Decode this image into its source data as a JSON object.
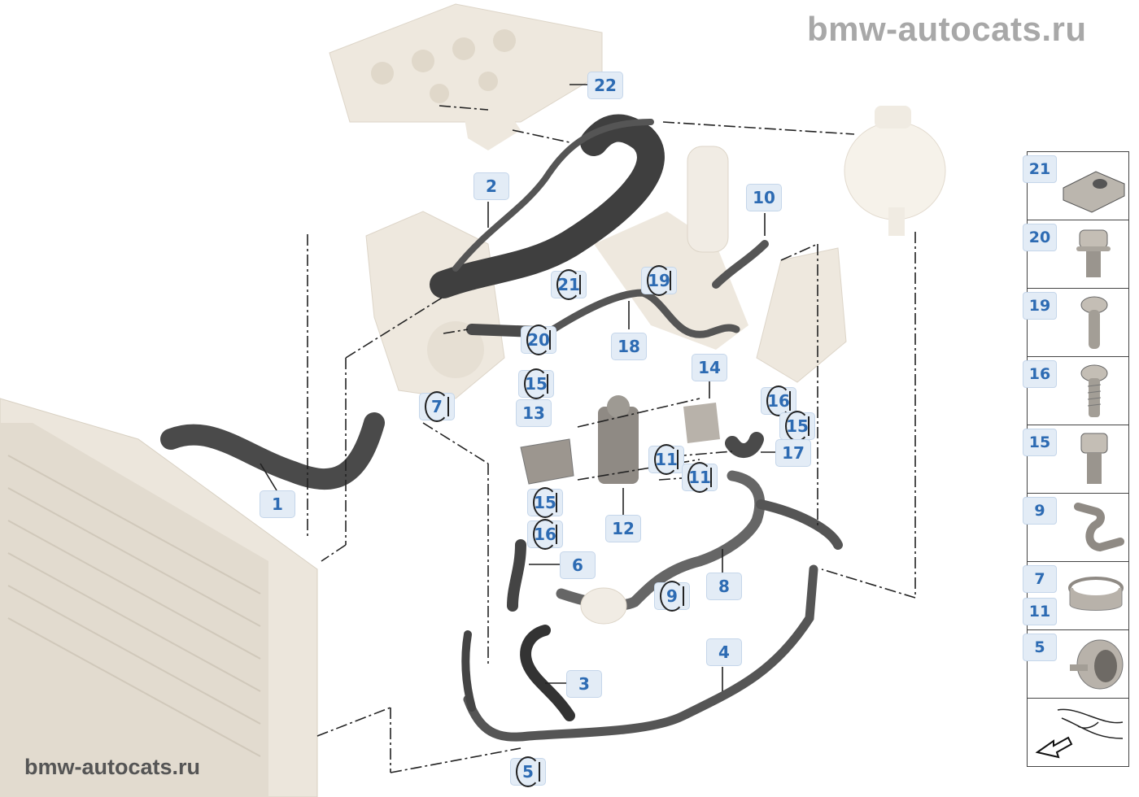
{
  "watermarks": {
    "top": "bmw-autocats.ru",
    "bottom": "bmw-autocats.ru"
  },
  "diagram": {
    "type": "exploded-parts-diagram",
    "subject": "Engine cooling system hoses",
    "colors": {
      "callout_bg": "#e3ecf6",
      "callout_border": "#c5d6ea",
      "callout_text": "#2d6bb3",
      "hose": "#4a4a4a",
      "housing": "#ece6dc",
      "leader_line": "#222222"
    },
    "callouts": [
      {
        "id": "c22",
        "label": "22",
        "circled": false
      },
      {
        "id": "c2",
        "label": "2",
        "circled": false
      },
      {
        "id": "c10",
        "label": "10",
        "circled": false
      },
      {
        "id": "c21",
        "label": "21",
        "circled": true
      },
      {
        "id": "c19",
        "label": "19",
        "circled": true
      },
      {
        "id": "c20",
        "label": "20",
        "circled": true
      },
      {
        "id": "c18",
        "label": "18",
        "circled": false
      },
      {
        "id": "c14",
        "label": "14",
        "circled": false
      },
      {
        "id": "c15a",
        "label": "15",
        "circled": true
      },
      {
        "id": "c16a",
        "label": "16",
        "circled": true
      },
      {
        "id": "c7",
        "label": "7",
        "circled": true
      },
      {
        "id": "c13",
        "label": "13",
        "circled": false
      },
      {
        "id": "c15b",
        "label": "15",
        "circled": true
      },
      {
        "id": "c11a",
        "label": "11",
        "circled": true
      },
      {
        "id": "c17",
        "label": "17",
        "circled": false
      },
      {
        "id": "c11b",
        "label": "11",
        "circled": true
      },
      {
        "id": "c1",
        "label": "1",
        "circled": false
      },
      {
        "id": "c15c",
        "label": "15",
        "circled": true
      },
      {
        "id": "c12",
        "label": "12",
        "circled": false
      },
      {
        "id": "c16b",
        "label": "16",
        "circled": true
      },
      {
        "id": "c6",
        "label": "6",
        "circled": false
      },
      {
        "id": "c8",
        "label": "8",
        "circled": false
      },
      {
        "id": "c9",
        "label": "9",
        "circled": true
      },
      {
        "id": "c4",
        "label": "4",
        "circled": false
      },
      {
        "id": "c3",
        "label": "3",
        "circled": false
      },
      {
        "id": "c5",
        "label": "5",
        "circled": true
      }
    ]
  },
  "legend": {
    "items": [
      {
        "labels": [
          "21"
        ],
        "part": "spring-nut"
      },
      {
        "labels": [
          "20"
        ],
        "part": "hex-collar-bolt"
      },
      {
        "labels": [
          "19"
        ],
        "part": "torx-pan-screw"
      },
      {
        "labels": [
          "16"
        ],
        "part": "torx-self-tapping-screw"
      },
      {
        "labels": [
          "15"
        ],
        "part": "hex-bolt"
      },
      {
        "labels": [
          "9"
        ],
        "part": "hose-holder-clip"
      },
      {
        "labels": [
          "7",
          "11"
        ],
        "part": "hose-clamp"
      },
      {
        "labels": [
          "5"
        ],
        "part": "quick-connector"
      },
      {
        "labels": [],
        "part": "vehicle-location-arrow"
      }
    ]
  }
}
